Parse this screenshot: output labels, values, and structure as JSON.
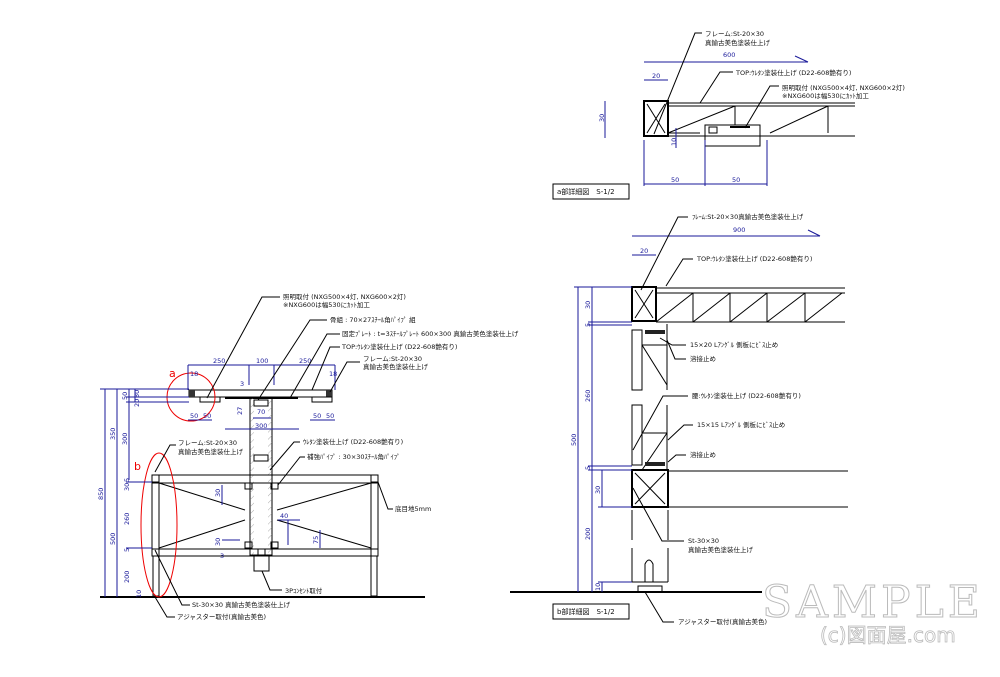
{
  "detail_a": {
    "title": "a部詳細図　S-1/2",
    "frame_l1": "フレーム:St-20×30",
    "frame_l2": "真鍮古美色塗装仕上げ",
    "top": "TOP:ｳﾚﾀﾝ塗装仕上げ (D22-608艶有り)",
    "light_l1": "照明取付 (NXG500×4灯, NXG600×2灯)",
    "light_l2": "※NXG600は幅530にｶｯﾄ加工",
    "dims": {
      "w600": "600",
      "w20": "20",
      "h30": "30",
      "h10": "10",
      "b50a": "50",
      "b50b": "50",
      "d1": "1"
    }
  },
  "detail_b": {
    "title": "b部詳細図　S-1/2",
    "frame": "ﾌﾚｰﾑ:St-20×30真鍮古美色塗装仕上げ",
    "top": "TOP:ｳﾚﾀﾝ塗装仕上げ (D22-608艶有り)",
    "angle1": "15×20 Lｱﾝｸﾞﾙ 側板にﾋﾞｽ止め",
    "weld1": "溶接止め",
    "waist": "腰:ｳﾚﾀﾝ塗装仕上げ (D22-608艶有り)",
    "angle2": "15×15 Lｱﾝｸﾞﾙ 側板にﾋﾞｽ止め",
    "weld2": "溶接止め",
    "st_l1": "St-30×30",
    "st_l2": "真鍮古美色塗装仕上げ",
    "adjuster": "アジャスター取付(真鍮古美色)",
    "dims": {
      "w900": "900",
      "w20": "20",
      "h500": "500",
      "h30a": "30",
      "h5a": "5",
      "h260": "260",
      "h5b": "5",
      "h30b": "30",
      "h200": "200",
      "h10": "10"
    }
  },
  "elevation": {
    "marker_a": "a",
    "marker_b": "b",
    "light_l1": "照明取付 (NXG500×4灯, NXG600×2灯)",
    "light_l2": "※NXG600は幅530にｶｯﾄ加工",
    "skeleton": "骨組 : 70×27ｽﾁｰﾙ角ﾊﾟｲﾌﾟ 組",
    "plate": "固定ﾌﾟﾚｰﾄ : t=3ｽﾁｰﾙﾌﾟﾚｰﾄ 600×300 真鍮古美色塗装仕上げ",
    "top": "TOP:ｳﾚﾀﾝ塗装仕上げ (D22-608艶有り)",
    "frame_top_l1": "フレーム:St-20×30",
    "frame_top_l2": "真鍮古美色塗装仕上げ",
    "frame_b_l1": "フレーム:St-20×30",
    "frame_b_l2": "真鍮古美色塗装仕上げ",
    "urethane": "ｳﾚﾀﾝ塗装仕上げ (D22-608艶有り)",
    "reinforce": "補強ﾊﾟｲﾌﾟ : 30×30ｽﾁｰﾙ角ﾊﾟｲﾌﾟ",
    "joint": "底目地5mm",
    "outlet": "3Pｺﾝｾﾝﾄ取付",
    "st": "St-30×30 真鍮古美色塗装仕上げ",
    "adjuster": "アジャスター取付(真鍮古美色)",
    "dims": {
      "d250a": "250",
      "d100": "100",
      "d250b": "250",
      "d18a": "18",
      "d18b": "18",
      "d3": "3",
      "d27": "27",
      "d70": "70",
      "d300w": "300",
      "d50a": "50",
      "d50b": "50",
      "d50c": "50",
      "d50d": "50",
      "h850": "850",
      "h350": "350",
      "h300": "300",
      "h500": "500",
      "h50": "50",
      "h30": "30",
      "h20": "20",
      "h5a": "5",
      "h30b": "30",
      "h260": "260",
      "h5b": "5",
      "h200": "200",
      "h10": "10",
      "d30a": "30",
      "d30b": "30",
      "d3b": "3",
      "d40": "40",
      "d75": "75"
    }
  },
  "watermark": {
    "main": "SAMPLE",
    "sub": "(c)図面屋.com"
  }
}
